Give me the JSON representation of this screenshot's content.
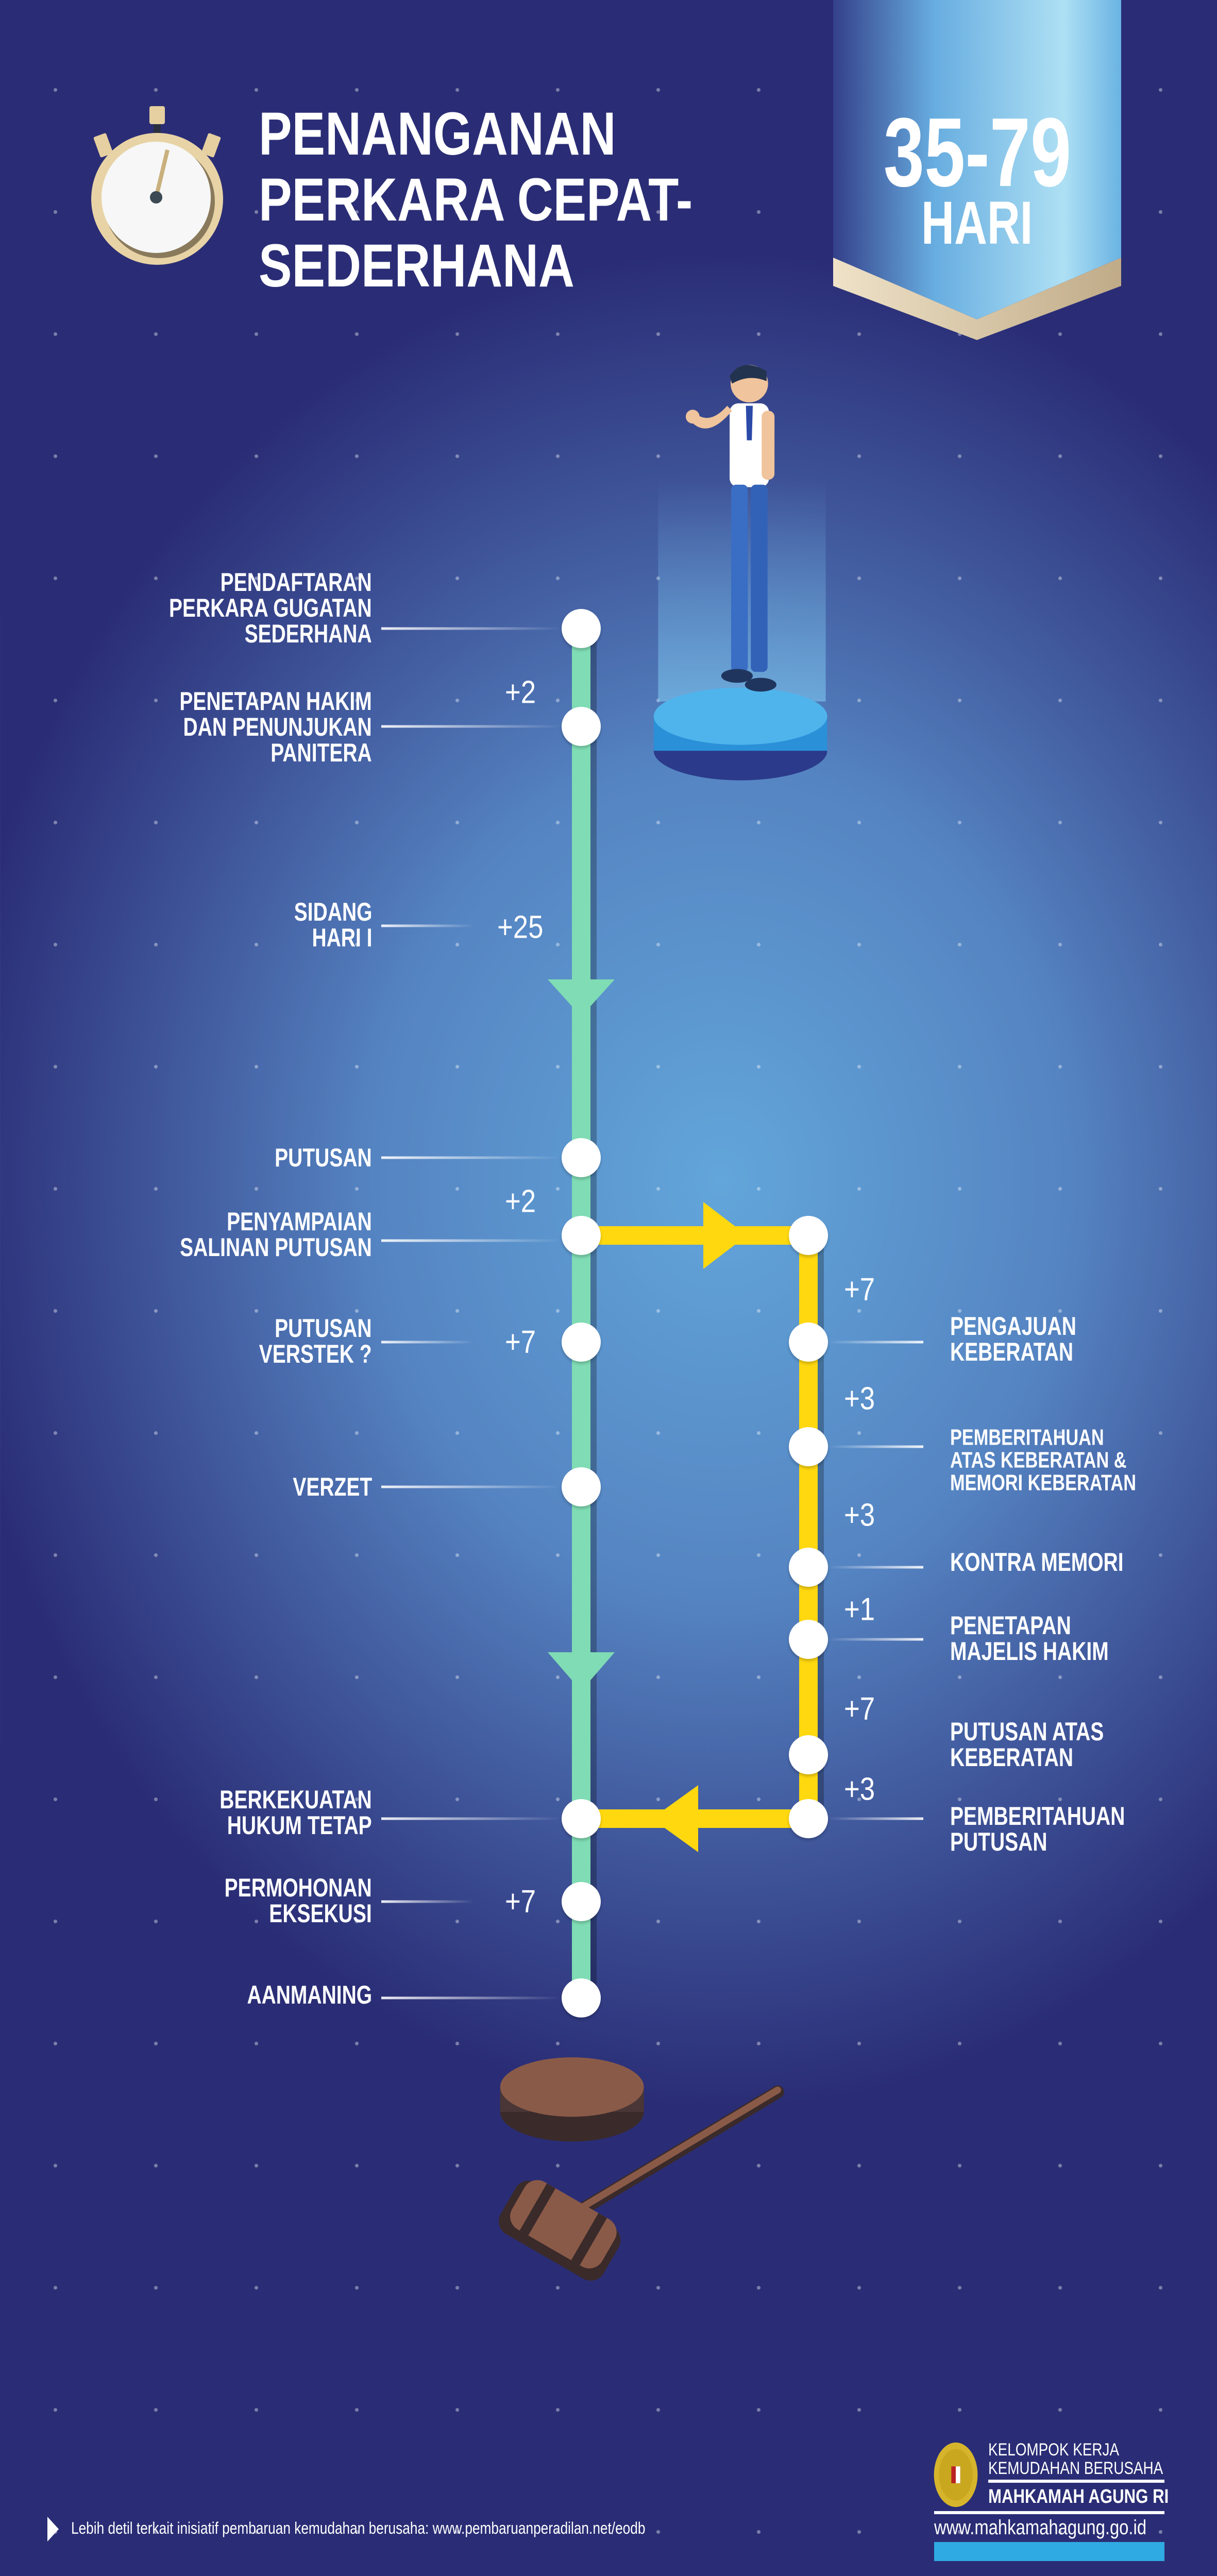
{
  "header": {
    "title_lines": [
      "PENANGANAN",
      "PERKARA CEPAT-",
      "SEDERHANA"
    ],
    "duration": "35-79",
    "duration_unit": "HARI"
  },
  "colors": {
    "main_track": "#7fdcb4",
    "appeal_track": "#ffd80f",
    "ribbon": "#6ab3e3",
    "ribbon_edge": "#efdfc2"
  },
  "main_steps": [
    {
      "label": [
        "PENDAFTARAN",
        "PERKARA GUGATAN",
        "SEDERHANA"
      ]
    },
    {
      "label": [
        "PENETAPAN HAKIM",
        "DAN PENUNJUKAN",
        "PANITERA"
      ],
      "days": "+2"
    },
    {
      "label": [
        "SIDANG",
        "HARI I"
      ],
      "days": "+25"
    },
    {
      "label": [
        "PUTUSAN"
      ]
    },
    {
      "label": [
        "PENYAMPAIAN",
        "SALINAN PUTUSAN"
      ],
      "days": "+2"
    },
    {
      "label": [
        "PUTUSAN",
        "VERSTEK ?"
      ],
      "days": "+7"
    },
    {
      "label": [
        "VERZET"
      ]
    },
    {
      "label": [
        "BERKEKUATAN",
        "HUKUM TETAP"
      ]
    },
    {
      "label": [
        "PERMOHONAN",
        "EKSEKUSI"
      ],
      "days": "+7"
    },
    {
      "label": [
        "AANMANING"
      ]
    }
  ],
  "appeal_steps": [
    {
      "label": [
        "PENGAJUAN",
        "KEBERATAN"
      ],
      "days": "+7"
    },
    {
      "label": [
        "PEMBERITAHUAN",
        "ATAS KEBERATAN &",
        "MEMORI KEBERATAN"
      ],
      "days": "+3"
    },
    {
      "label": [
        "KONTRA MEMORI"
      ],
      "days": "+3"
    },
    {
      "label": [
        "PENETAPAN",
        "MAJELIS HAKIM"
      ],
      "days": "+1"
    },
    {
      "label": [
        "PUTUSAN ATAS",
        "KEBERATAN"
      ],
      "days": "+7"
    },
    {
      "label": [
        "PEMBERITAHUAN",
        "PUTUSAN"
      ],
      "days": "+3"
    }
  ],
  "footer": {
    "note": "Lebih detil terkait inisiatif pembaruan kemudahan berusaha:  www.pembaruanperadilan.net/eodb",
    "org_line1": "KELOMPOK KERJA",
    "org_line2": "KEMUDAHAN BERUSAHA",
    "org_name": "MAHKAMAH AGUNG RI",
    "website": "www.mahkamahagung.go.id"
  }
}
